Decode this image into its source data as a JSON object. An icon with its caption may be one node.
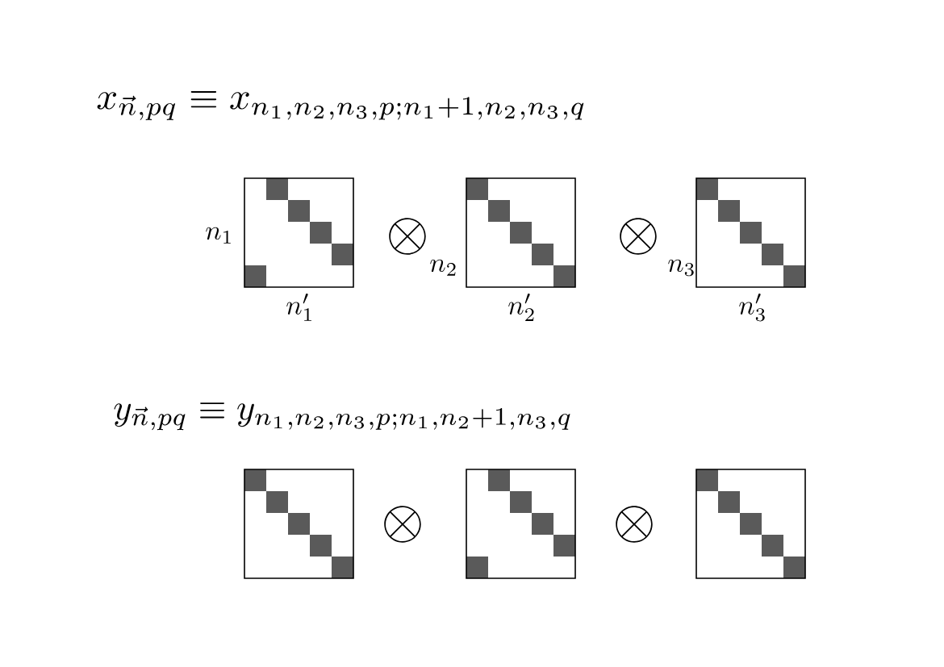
{
  "diagram": {
    "nodes": [
      {
        "text": [],
        "shape": "box",
        "beside": [
          "n_1",
          "n'_1"
        ]
      },
      {
        "text": [],
        "shape": "box",
        "beside": [
          "n_2",
          "n'_2"
        ]
      },
      {
        "text": [],
        "shape": "box",
        "beside": [
          "n_3",
          "n'_3"
        ]
      },
      {
        "text": [],
        "shape": "box"
      },
      {
        "text": [],
        "shape": "box"
      },
      {
        "text": [],
        "shape": "box"
      }
    ],
    "labels": [
      "x_{\\vec{n},pq} \\equiv x_{n_1,n_2,n_3,p;n_1+1,n_2,n_3,q}",
      "\\otimes",
      "\\otimes",
      "y_{\\vec{n},pq} \\equiv y_{n_1,n_2,n_3,p;n_1,n_2+1,n_3,q}",
      "\\otimes",
      "\\otimes"
    ]
  }
}
